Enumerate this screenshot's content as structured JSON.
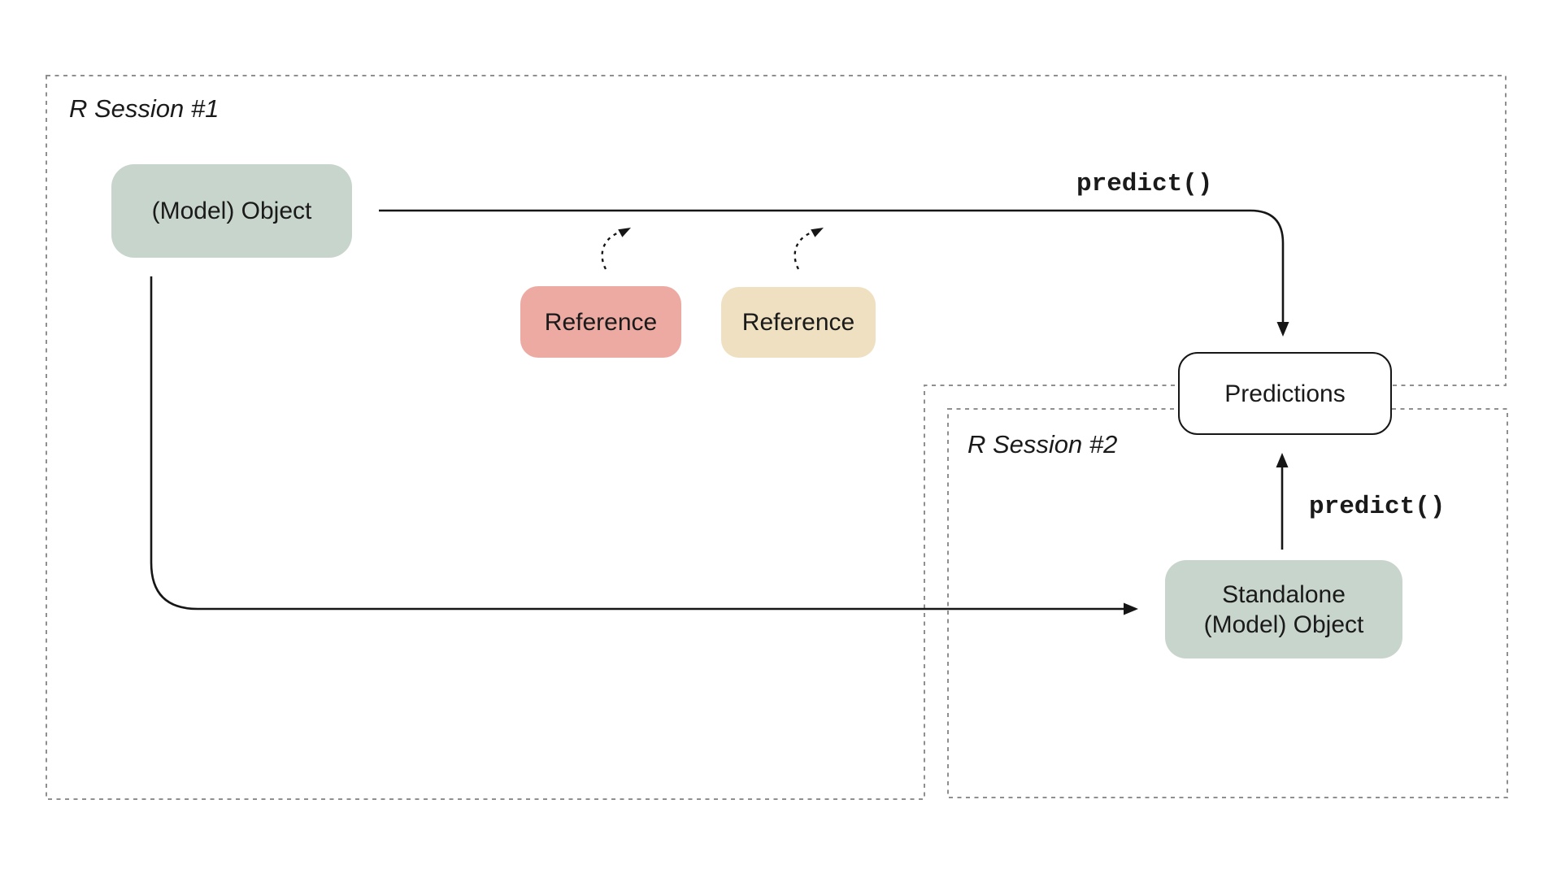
{
  "theme": {
    "background": "#ffffff",
    "dash_border": "#8f8f8f",
    "line": "#161616",
    "text": "#1a1a1a",
    "node_green": "#c8d5cc",
    "node_pink": "#edaaa2",
    "node_tan": "#eee0c0",
    "node_white": "#ffffff"
  },
  "diagram": {
    "sessions": [
      {
        "label": "R Session #1"
      },
      {
        "label": "R Session #2"
      }
    ],
    "nodes": {
      "model_object": {
        "label": "(Model) Object"
      },
      "reference_1": {
        "label": "Reference"
      },
      "reference_2": {
        "label": "Reference"
      },
      "predictions": {
        "label": "Predictions"
      },
      "standalone": {
        "line1": "Standalone",
        "line2": "(Model) Object"
      }
    },
    "edge_labels": {
      "predict_session1": "predict()",
      "predict_session2": "predict()"
    }
  }
}
